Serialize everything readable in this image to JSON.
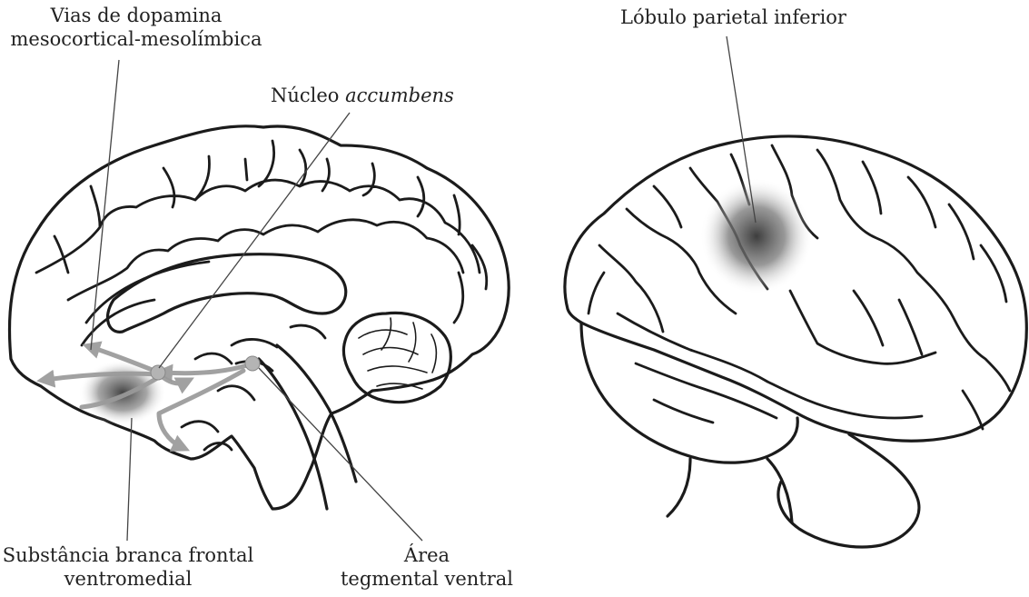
{
  "labels": {
    "vias_line1": "Vias de dopamina",
    "vias_line2": "mesocortical-mesolímbica",
    "nucleo_prefix": "Núcleo",
    "nucleo_italic": "accumbens",
    "substancia_line1": "Substância branca frontal",
    "substancia_line2": "ventromedial",
    "area_line1": "Área",
    "area_line2": "tegmental ventral",
    "lobulo": "Lóbulo parietal inferior"
  },
  "colors": {
    "line": "#1b1b1b",
    "pathway": "#9a9a9a",
    "highlight": "#555555"
  }
}
